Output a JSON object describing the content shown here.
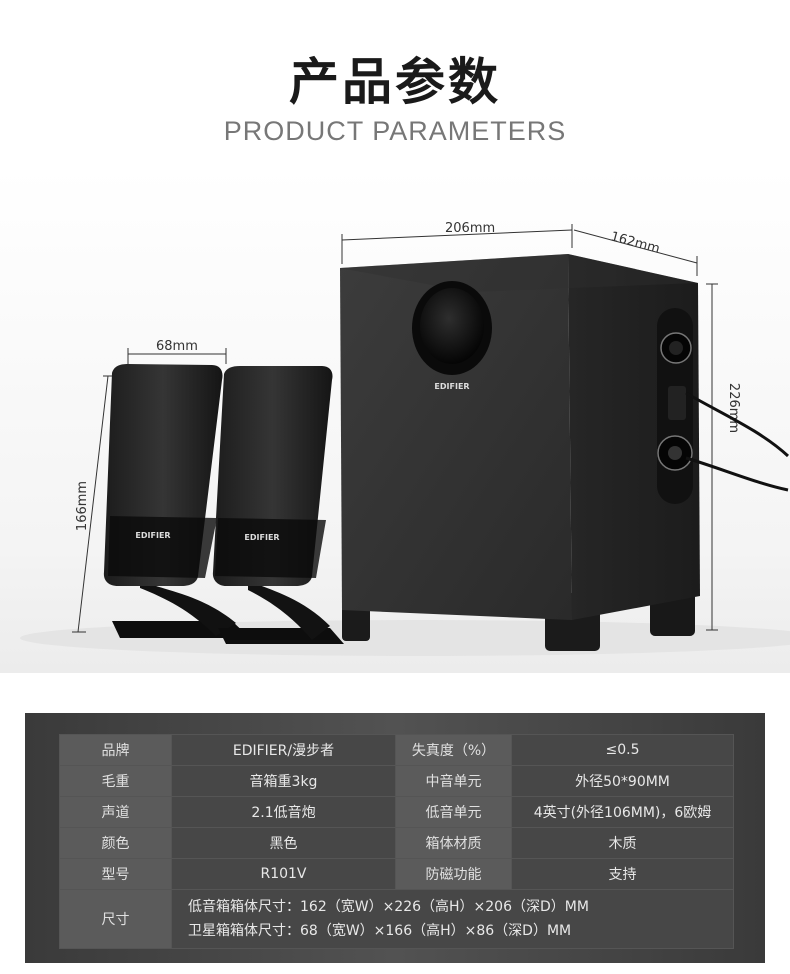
{
  "header": {
    "title": "产品参数",
    "subtitle": "PRODUCT PARAMETERS"
  },
  "product_image": {
    "brand_mark": "EDIFIER",
    "dimensions": {
      "subwoofer_width": "206mm",
      "subwoofer_depth": "162mm",
      "subwoofer_height": "226mm",
      "satellite_width": "68mm",
      "satellite_height": "166mm"
    }
  },
  "specs": {
    "rows": [
      {
        "label_left": "品牌",
        "value_left": "EDIFIER/漫步者",
        "label_right": "失真度（%）",
        "value_right": "≤0.5"
      },
      {
        "label_left": "毛重",
        "value_left": "音箱重3kg",
        "label_right": "中音单元",
        "value_right": "外径50*90MM"
      },
      {
        "label_left": "声道",
        "value_left": "2.1低音炮",
        "label_right": "低音单元",
        "value_right": "4英寸(外径106MM)，6欧姆"
      },
      {
        "label_left": "颜色",
        "value_left": "黑色",
        "label_right": "箱体材质",
        "value_right": "木质"
      },
      {
        "label_left": "型号",
        "value_left": "R101V",
        "label_right": "防磁功能",
        "value_right": "支持"
      }
    ],
    "size": {
      "label": "尺寸",
      "line1": "低音箱箱体尺寸：162（宽W）×226（高H）×206（深D）MM",
      "line2": "卫星箱箱体尺寸：68（宽W）×166（高H）×86（深D）MM"
    }
  }
}
